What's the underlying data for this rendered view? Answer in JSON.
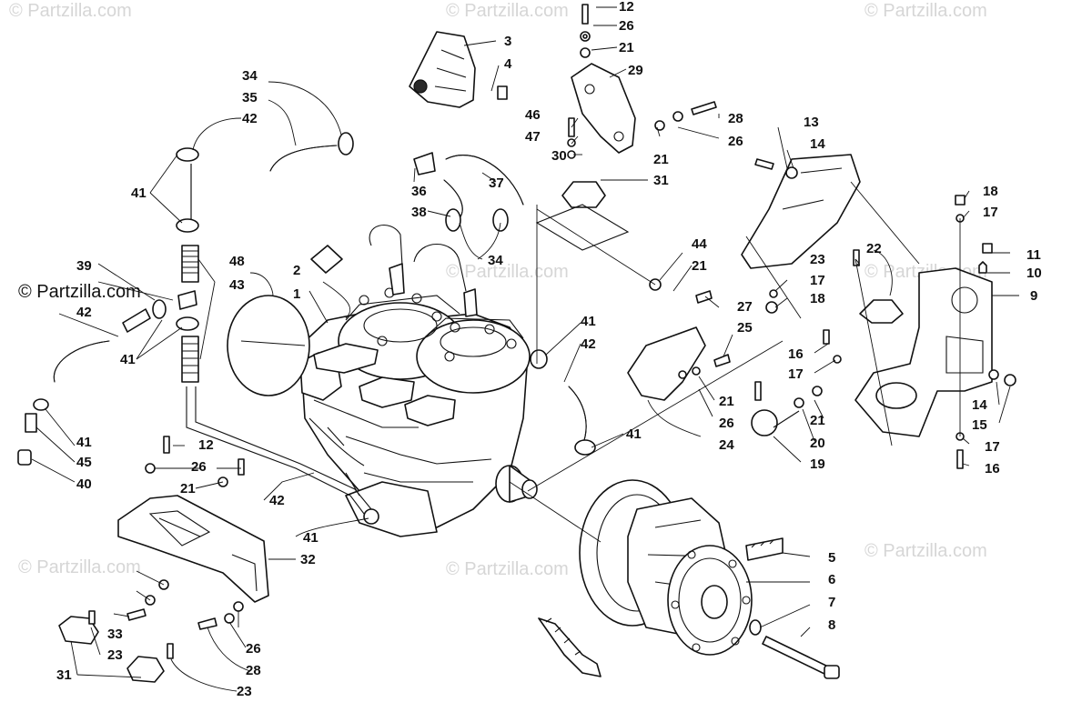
{
  "watermarks": {
    "faint": "© Partzilla.com",
    "main": "© Partzilla.com"
  },
  "callouts": [
    "1",
    "2",
    "3",
    "4",
    "5",
    "6",
    "7",
    "8",
    "9",
    "10",
    "11",
    "12",
    "12",
    "13",
    "14",
    "14",
    "15",
    "16",
    "16",
    "17",
    "17",
    "17",
    "17",
    "18",
    "18",
    "19",
    "20",
    "21",
    "21",
    "21",
    "21",
    "21",
    "21",
    "22",
    "23",
    "23",
    "23",
    "24",
    "25",
    "26",
    "26",
    "26",
    "26",
    "26",
    "27",
    "28",
    "28",
    "29",
    "30",
    "31",
    "31",
    "32",
    "33",
    "34",
    "34",
    "35",
    "36",
    "37",
    "38",
    "39",
    "40",
    "41",
    "41",
    "41",
    "41",
    "41",
    "41",
    "42",
    "42",
    "42",
    "42",
    "43",
    "45",
    "46",
    "47",
    "48"
  ]
}
